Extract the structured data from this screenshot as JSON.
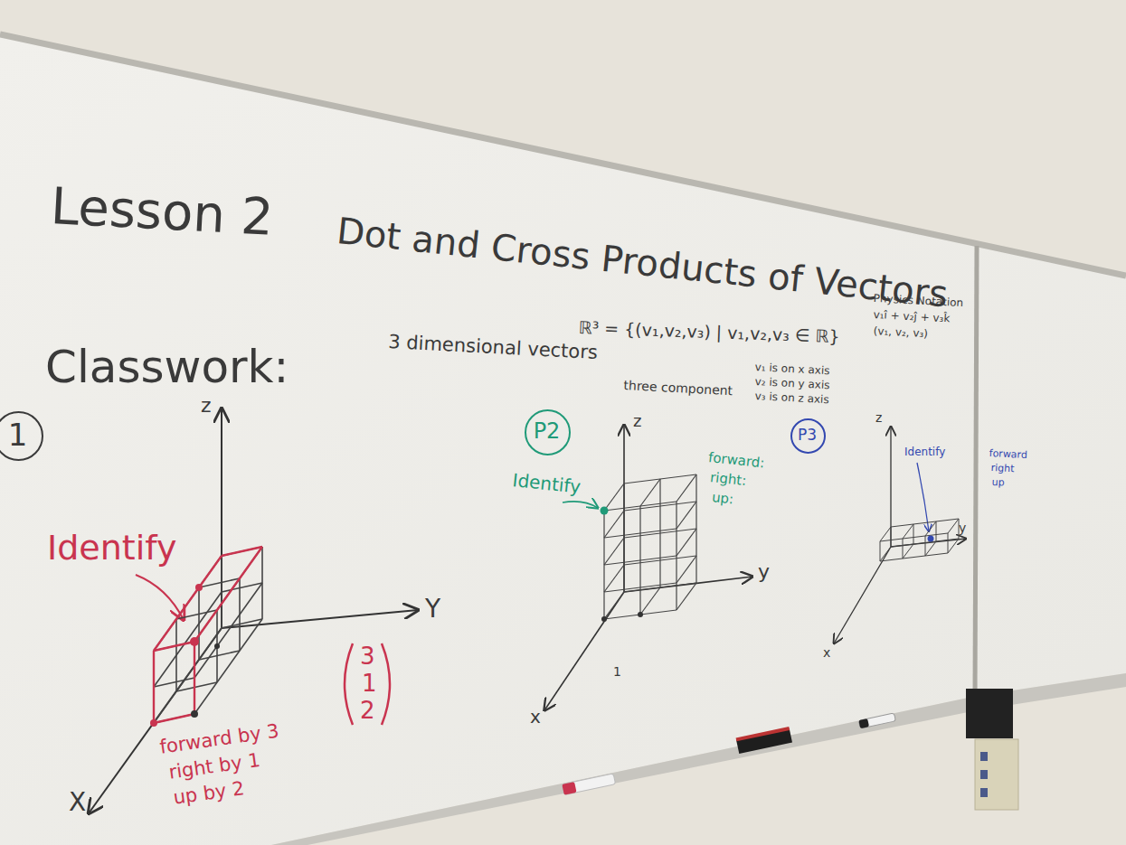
{
  "diagram": {
    "title": "Lesson 2",
    "nodes": [
      {
        "text": [
          "1"
        ]
      },
      {
        "text": [
          "P2"
        ]
      },
      {
        "text": [
          "P3"
        ]
      }
    ],
    "labels": [
      "Dot and Cross Products of Vectors",
      "Classwork:",
      "3 dimensional vectors",
      "ℝ³ = {(v₁,v₂,v₃) | v₁,v₂,v₃ ∈ ℝ}",
      "three component",
      "v₁ is on x axis",
      "v₂ is on y axis",
      "v₃ is on z axis",
      "Physics Notation",
      "v₁î + v₂ĵ + v₃k̂",
      "(v₁, v₂, v₃)",
      "z",
      "Y",
      "X",
      "Identify",
      "3",
      "1",
      "2",
      "forward by 3",
      "right by 1",
      "up by 2",
      "z",
      "y",
      "x",
      "Identify",
      "forward:",
      "right:",
      "up:",
      "1",
      "z",
      "y",
      "x",
      "Identify",
      "forward",
      "right",
      "up"
    ]
  }
}
